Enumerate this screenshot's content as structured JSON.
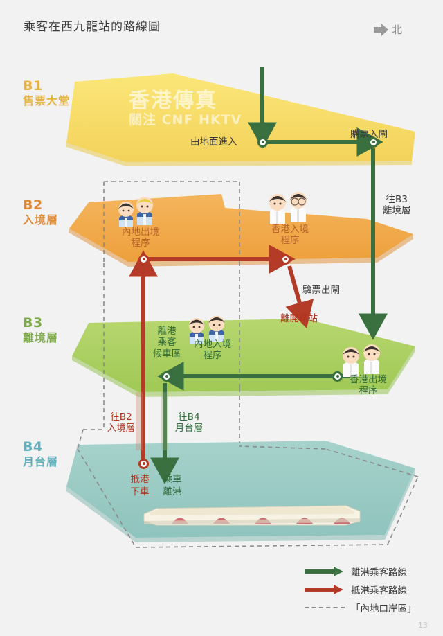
{
  "header": {
    "title": "乘客在西九龍站的路線圖",
    "north_label": "北",
    "north_icon": "arrow-right-icon"
  },
  "watermark": {
    "line1": "香港傳真",
    "line2": "關注 CNF HKTV"
  },
  "colors": {
    "b1": "#f7dd6e",
    "b2": "#f0a94a",
    "b3": "#a9cf60",
    "b4": "#9ccbc4",
    "route_departure": "#3a7040",
    "route_arrival": "#b33b27",
    "mainland_zone_dash": "#8a8a8a",
    "b1_label": "#e6b13c",
    "b2_label": "#e08a33",
    "b3_label": "#7da84a",
    "b4_label": "#5fb0bc"
  },
  "floors": [
    {
      "code": "B1",
      "name": "售票大堂"
    },
    {
      "code": "B2",
      "name": "入境層"
    },
    {
      "code": "B3",
      "name": "離境層"
    },
    {
      "code": "B4",
      "name": "月台層"
    }
  ],
  "callouts": {
    "b1_ground_entry": "由地面進入",
    "b1_buy_ticket": "購票入閘",
    "to_b3": "往B3\n離境層",
    "to_b3_line1": "往B3",
    "to_b3_line2": "離境層",
    "b2_mainland_exit_line1": "內地出境",
    "b2_mainland_exit_line2": "程序",
    "b2_hk_entry_line1": "香港入境",
    "b2_hk_entry_line2": "程序",
    "ticket_check_exit": "驗票出閘",
    "leave_station": "離開車站",
    "b3_waiting_line1": "離港",
    "b3_waiting_line2": "乘客",
    "b3_waiting_line3": "候車區",
    "b3_mainland_entry_line1": "內地入境",
    "b3_mainland_entry_line2": "程序",
    "b3_hk_exit_line1": "香港出境",
    "b3_hk_exit_line2": "程序",
    "to_b2_line1": "往B2",
    "to_b2_line2": "入境層",
    "to_b4_line1": "往B4",
    "to_b4_line2": "月台層",
    "b4_arrive_line1": "抵港",
    "b4_arrive_line2": "下車",
    "b4_depart_line1": "乘車",
    "b4_depart_line2": "離港"
  },
  "legend": {
    "items": [
      {
        "style": "arrow-green",
        "label": "離港乘客路線"
      },
      {
        "style": "arrow-red",
        "label": "抵港乘客路線"
      },
      {
        "style": "dashed",
        "label": "「內地口岸區」"
      }
    ]
  },
  "page_number": "13"
}
